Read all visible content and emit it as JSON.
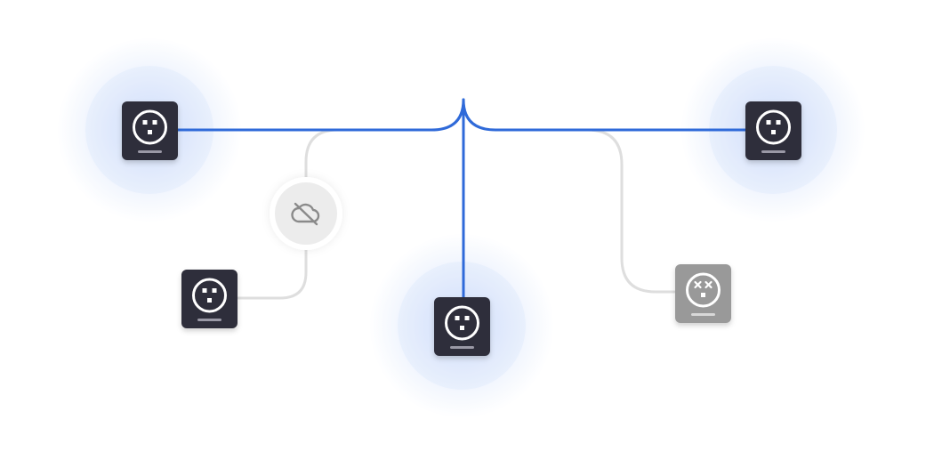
{
  "theme": {
    "active_line": "#2f6ad9",
    "inactive_line": "#dedede",
    "glow": "#4f86ee",
    "device_online": "#2e2d3b",
    "device_offline": "#999999",
    "face": "#ffffff",
    "cloud_badge_bg": "#ececec",
    "cloud_icon": "#8a8a8a"
  },
  "devices": [
    {
      "name": "device-left-top",
      "status": "online",
      "icon": "smiley-outlet-icon"
    },
    {
      "name": "device-right-top",
      "status": "online",
      "icon": "smiley-outlet-icon"
    },
    {
      "name": "device-center-bottom",
      "status": "online",
      "icon": "smiley-outlet-icon"
    },
    {
      "name": "device-left-bottom",
      "status": "disconnected",
      "icon": "smiley-outlet-icon"
    },
    {
      "name": "device-right-bottom",
      "status": "offline",
      "icon": "dead-outlet-icon"
    }
  ],
  "badges": [
    {
      "name": "cloud-off-badge",
      "icon": "cloud-off-icon"
    }
  ]
}
